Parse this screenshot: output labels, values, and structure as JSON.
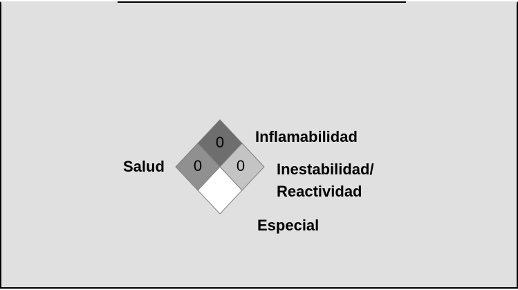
{
  "hazard_diamond": {
    "flammability": {
      "label": "Inflamabilidad",
      "value": "0",
      "color": "#6e6e6e"
    },
    "health": {
      "label": "Salud",
      "value": "0",
      "color": "#909090"
    },
    "instability": {
      "label_line1": "Inestabilidad/",
      "label_line2": "Reactividad",
      "value": "0",
      "color": "#c4c4c4"
    },
    "special": {
      "label": "Especial",
      "value": "",
      "color": "#ffffff"
    }
  }
}
